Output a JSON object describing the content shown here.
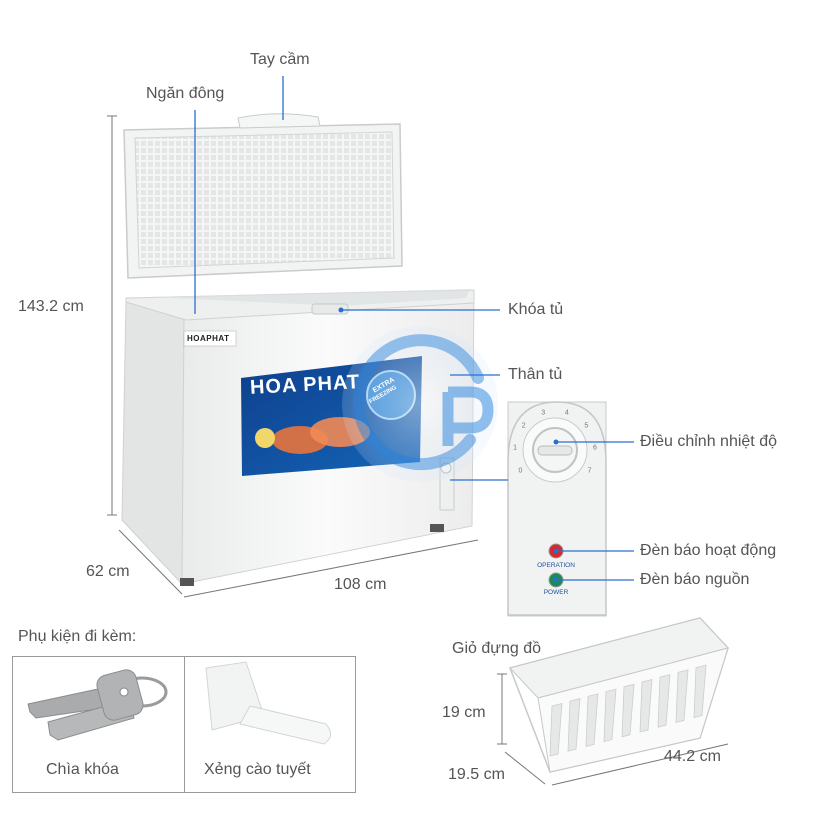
{
  "labels": {
    "handle": "Tay cầm",
    "freezer_compartment": "Ngăn đông",
    "lock": "Khóa tủ",
    "body": "Thân tủ",
    "temperature_control": "Điều chỉnh nhiệt độ",
    "operation_light": "Đèn báo hoạt động",
    "power_light": "Đèn báo nguồn"
  },
  "dimensions": {
    "height": "143.2 cm",
    "depth": "62 cm",
    "width": "108 cm"
  },
  "brand": {
    "logo_small": "HOAPHAT",
    "logo_large": "HOA PHAT",
    "badge_line1": "EXTRA",
    "badge_line2": "FREEZING"
  },
  "control_panel": {
    "dial_numbers": [
      "0",
      "1",
      "2",
      "3",
      "4",
      "5",
      "6",
      "7"
    ],
    "operation_text": "OPERATION",
    "power_text": "POWER"
  },
  "accessories": {
    "heading": "Phụ kiện đi kèm:",
    "items": [
      {
        "label": "Chìa khóa",
        "icon": "keys-icon"
      },
      {
        "label": "Xẻng cào tuyết",
        "icon": "ice-scraper-icon"
      }
    ]
  },
  "basket": {
    "title": "Giỏ đựng đồ",
    "height": "19 cm",
    "depth": "19.5 cm",
    "length": "44.2 cm"
  },
  "colors": {
    "callout_line": "#2a6fd0",
    "dimension_line": "#777777",
    "freezer_white": "#f3f4f4",
    "operation_red": "#d8282a",
    "power_green": "#1b8a5a"
  }
}
